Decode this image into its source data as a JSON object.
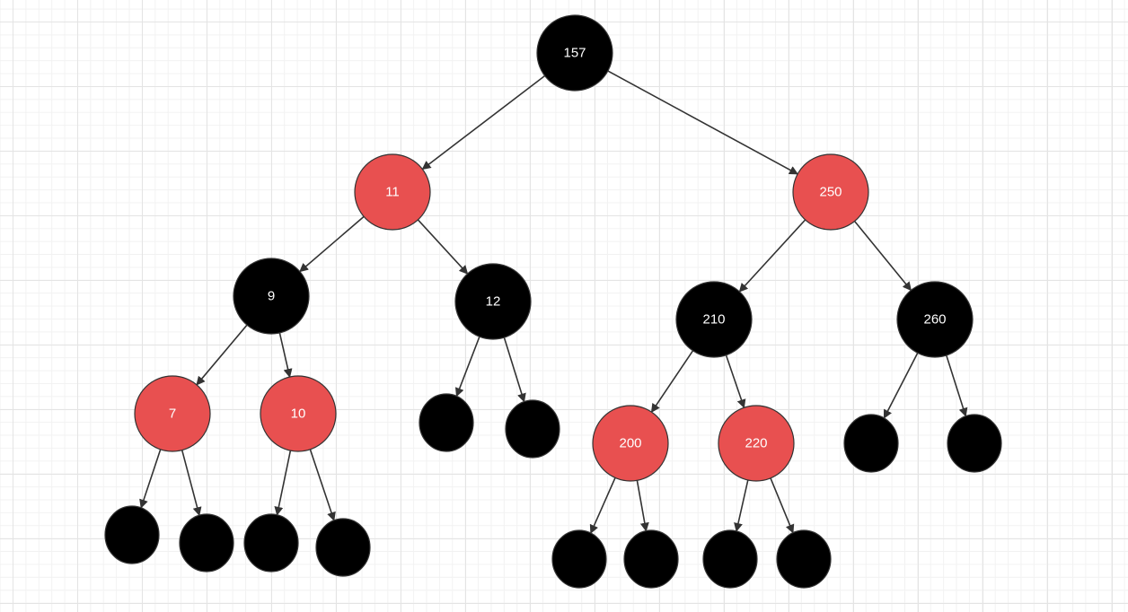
{
  "colors": {
    "red": "#e85050",
    "black": "#000000",
    "edge": "#333333",
    "label": "#ffffff"
  },
  "tree": {
    "nodes": [
      {
        "id": "n157",
        "label": "157",
        "color": "black"
      },
      {
        "id": "n11",
        "label": "11",
        "color": "red"
      },
      {
        "id": "n250",
        "label": "250",
        "color": "red"
      },
      {
        "id": "n9",
        "label": "9",
        "color": "black"
      },
      {
        "id": "n12",
        "label": "12",
        "color": "black"
      },
      {
        "id": "n210",
        "label": "210",
        "color": "black"
      },
      {
        "id": "n260",
        "label": "260",
        "color": "black"
      },
      {
        "id": "n7",
        "label": "7",
        "color": "red"
      },
      {
        "id": "n10",
        "label": "10",
        "color": "red"
      },
      {
        "id": "n200",
        "label": "200",
        "color": "red"
      },
      {
        "id": "n220",
        "label": "220",
        "color": "red"
      },
      {
        "id": "nil_12_l",
        "label": "",
        "color": "black"
      },
      {
        "id": "nil_12_r",
        "label": "",
        "color": "black"
      },
      {
        "id": "nil_260_l",
        "label": "",
        "color": "black"
      },
      {
        "id": "nil_260_r",
        "label": "",
        "color": "black"
      },
      {
        "id": "nil_7_l",
        "label": "",
        "color": "black"
      },
      {
        "id": "nil_7_r",
        "label": "",
        "color": "black"
      },
      {
        "id": "nil_10_l",
        "label": "",
        "color": "black"
      },
      {
        "id": "nil_10_r",
        "label": "",
        "color": "black"
      },
      {
        "id": "nil_200_l",
        "label": "",
        "color": "black"
      },
      {
        "id": "nil_200_r",
        "label": "",
        "color": "black"
      },
      {
        "id": "nil_220_l",
        "label": "",
        "color": "black"
      },
      {
        "id": "nil_220_r",
        "label": "",
        "color": "black"
      }
    ],
    "edges": [
      {
        "from": "n157",
        "to": "n11"
      },
      {
        "from": "n157",
        "to": "n250"
      },
      {
        "from": "n11",
        "to": "n9"
      },
      {
        "from": "n11",
        "to": "n12"
      },
      {
        "from": "n250",
        "to": "n210"
      },
      {
        "from": "n250",
        "to": "n260"
      },
      {
        "from": "n9",
        "to": "n7"
      },
      {
        "from": "n9",
        "to": "n10"
      },
      {
        "from": "n12",
        "to": "nil_12_l"
      },
      {
        "from": "n12",
        "to": "nil_12_r"
      },
      {
        "from": "n210",
        "to": "n200"
      },
      {
        "from": "n210",
        "to": "n220"
      },
      {
        "from": "n260",
        "to": "nil_260_l"
      },
      {
        "from": "n260",
        "to": "nil_260_r"
      },
      {
        "from": "n7",
        "to": "nil_7_l"
      },
      {
        "from": "n7",
        "to": "nil_7_r"
      },
      {
        "from": "n10",
        "to": "nil_10_l"
      },
      {
        "from": "n10",
        "to": "nil_10_r"
      },
      {
        "from": "n200",
        "to": "nil_200_l"
      },
      {
        "from": "n200",
        "to": "nil_200_r"
      },
      {
        "from": "n220",
        "to": "nil_220_l"
      },
      {
        "from": "n220",
        "to": "nil_220_r"
      }
    ]
  }
}
